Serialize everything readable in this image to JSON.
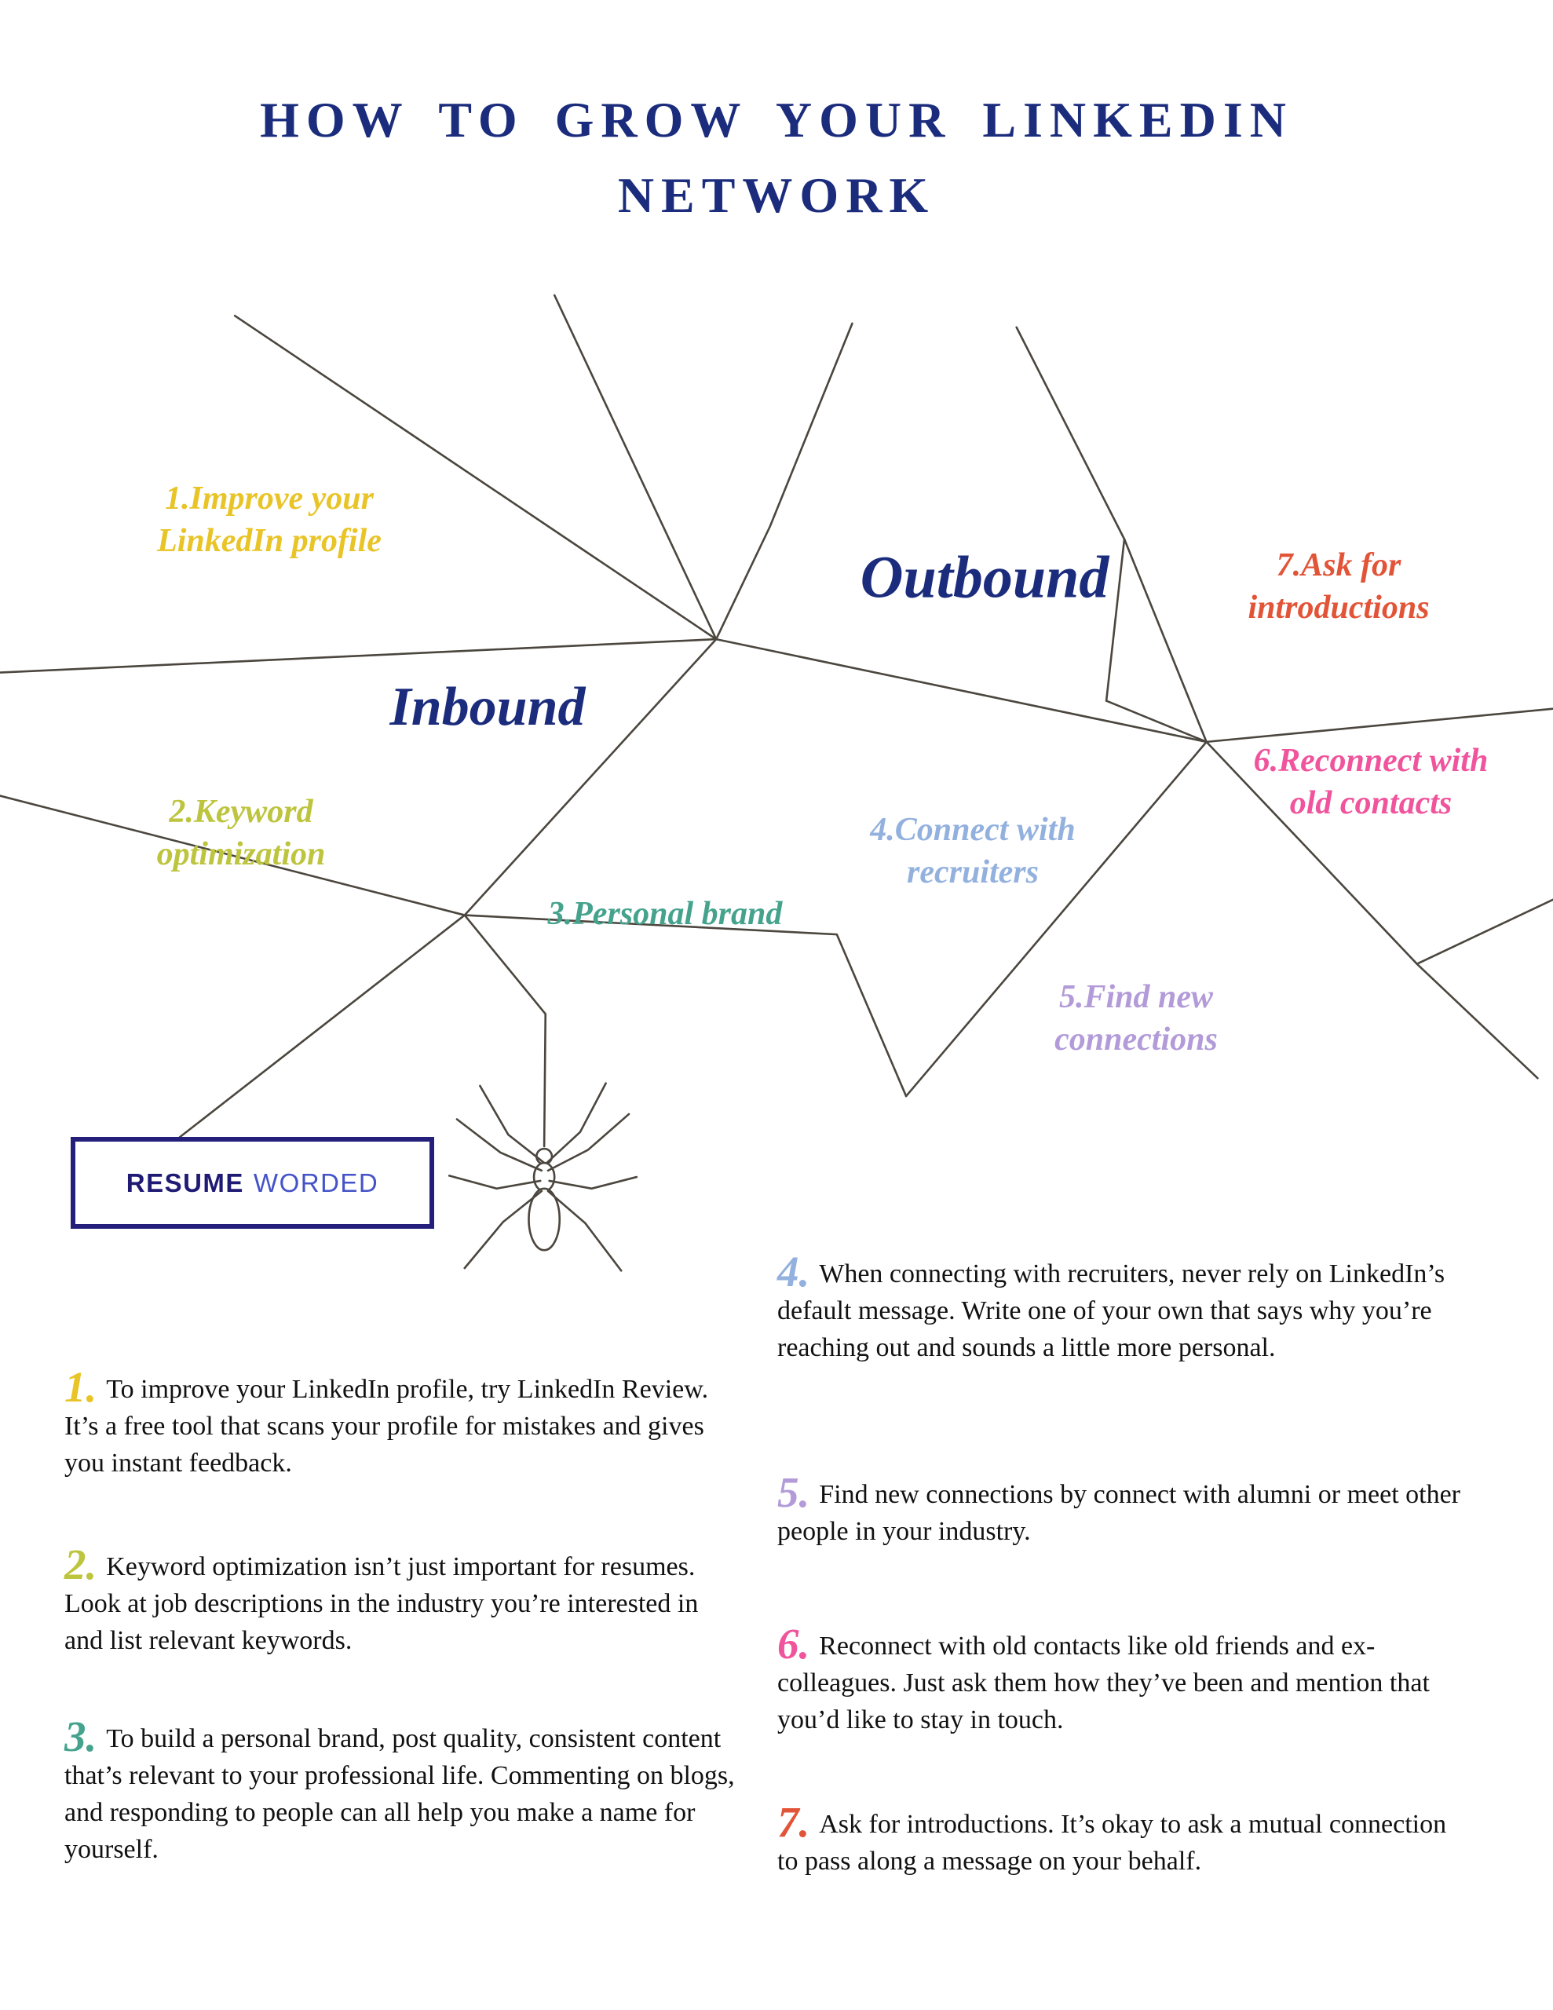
{
  "title": {
    "line1": "HOW TO GROW YOUR LINKEDIN",
    "line2": "NETWORK"
  },
  "colors": {
    "navy": "#1b2c7d",
    "logo_navy": "#1f1b75",
    "logo_blue": "#4553c9",
    "web_line": "#4b463e"
  },
  "web": {
    "inbound_label": "Inbound",
    "outbound_label": "Outbound",
    "labels": [
      {
        "lines": [
          "1.Improve your",
          "LinkedIn profile"
        ],
        "color": "#e9c427"
      },
      {
        "lines": [
          "2.Keyword",
          "optimization"
        ],
        "color": "#bdc43d"
      },
      {
        "lines": [
          "3.Personal brand",
          ""
        ],
        "color": "#45a38d"
      },
      {
        "lines": [
          "4.Connect with",
          "recruiters"
        ],
        "color": "#93b1de"
      },
      {
        "lines": [
          "5.Find new",
          "connections"
        ],
        "color": "#b29bd8"
      },
      {
        "lines": [
          "6.Reconnect with",
          "old contacts"
        ],
        "color": "#f0549c"
      },
      {
        "lines": [
          "7.Ask for",
          "introductions"
        ],
        "color": "#e25437"
      }
    ]
  },
  "logo": {
    "word1": "RESUME",
    "word2": "WORDED"
  },
  "tips": [
    {
      "num": "1.",
      "color": "#e9c427",
      "text": "To improve your LinkedIn profile, try LinkedIn Review. It’s a free tool that scans your profile for mistakes and gives you instant feedback."
    },
    {
      "num": "2.",
      "color": "#bdc43d",
      "text": "Keyword optimization isn’t just important for resumes. Look at job descriptions in the industry you’re interested in and list relevant keywords."
    },
    {
      "num": "3.",
      "color": "#45a38d",
      "text": "To build a personal brand, post quality, consistent content that’s relevant to your professional life. Commenting on blogs, and responding to people can all help you make a name for yourself."
    },
    {
      "num": "4.",
      "color": "#93b1de",
      "text": "When connecting with recruiters, never rely on LinkedIn’s default message. Write one of your own that says why you’re reaching out and sounds a little more personal."
    },
    {
      "num": "5.",
      "color": "#b29bd8",
      "text": "Find new connections by connect with alumni or meet other people in your industry."
    },
    {
      "num": "6.",
      "color": "#f0549c",
      "text": "Reconnect with old contacts like old friends and ex-colleagues. Just ask them how they’ve been and mention that you’d like to stay in touch."
    },
    {
      "num": "7.",
      "color": "#e25437",
      "text": "Ask for introductions. It’s okay to ask a mutual connection to pass along a message on your behalf."
    }
  ]
}
